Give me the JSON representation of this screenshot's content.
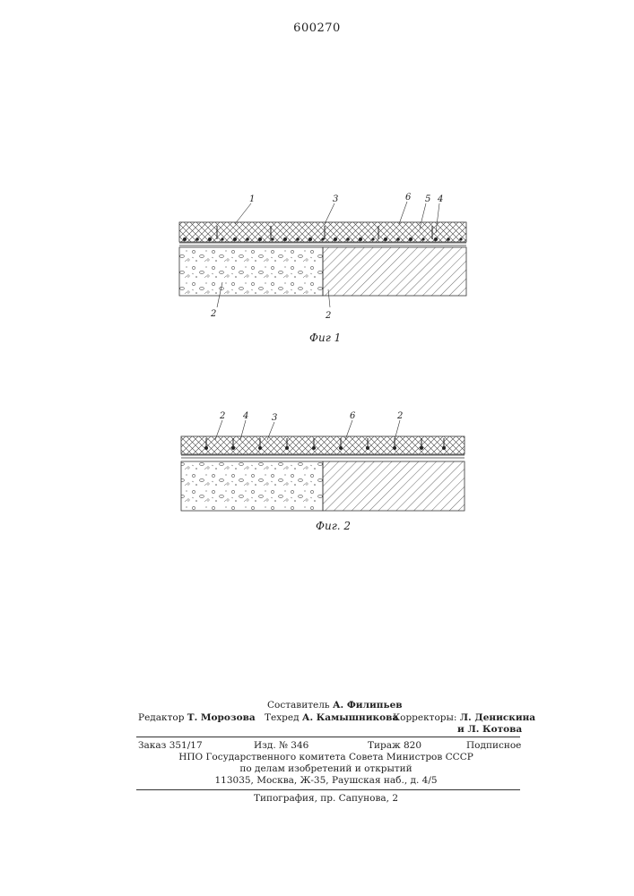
{
  "patent_number": "600270",
  "figures": [
    {
      "caption": "Фиг 1",
      "labels": [
        "1",
        "3",
        "6",
        "5",
        "4",
        "2",
        "2"
      ]
    },
    {
      "caption": "Фиг. 2",
      "labels": [
        "2",
        "4",
        "3",
        "6",
        "2"
      ]
    }
  ],
  "footer": {
    "compiler_label": "Составитель",
    "compiler_name": "А. Филипьев",
    "editor_label": "Редактор",
    "editor_name": "Т. Морозова",
    "techred_label": "Техред",
    "techred_name": "А. Камышникова",
    "correctors_label": "Корректоры:",
    "corrector1": "Л. Денискина",
    "corrector2": "и Л. Котова",
    "order": "Заказ 351/17",
    "edition": "Изд. № 346",
    "circulation": "Тираж 820",
    "subscription": "Подписное",
    "org_line1": "НПО Государственного комитета Совета Министров СССР",
    "org_line2": "по делам изобретений и открытий",
    "org_line3": "113035, Москва, Ж-35, Раушская наб., д. 4/5",
    "printer": "Типография, пр. Сапунова, 2"
  }
}
